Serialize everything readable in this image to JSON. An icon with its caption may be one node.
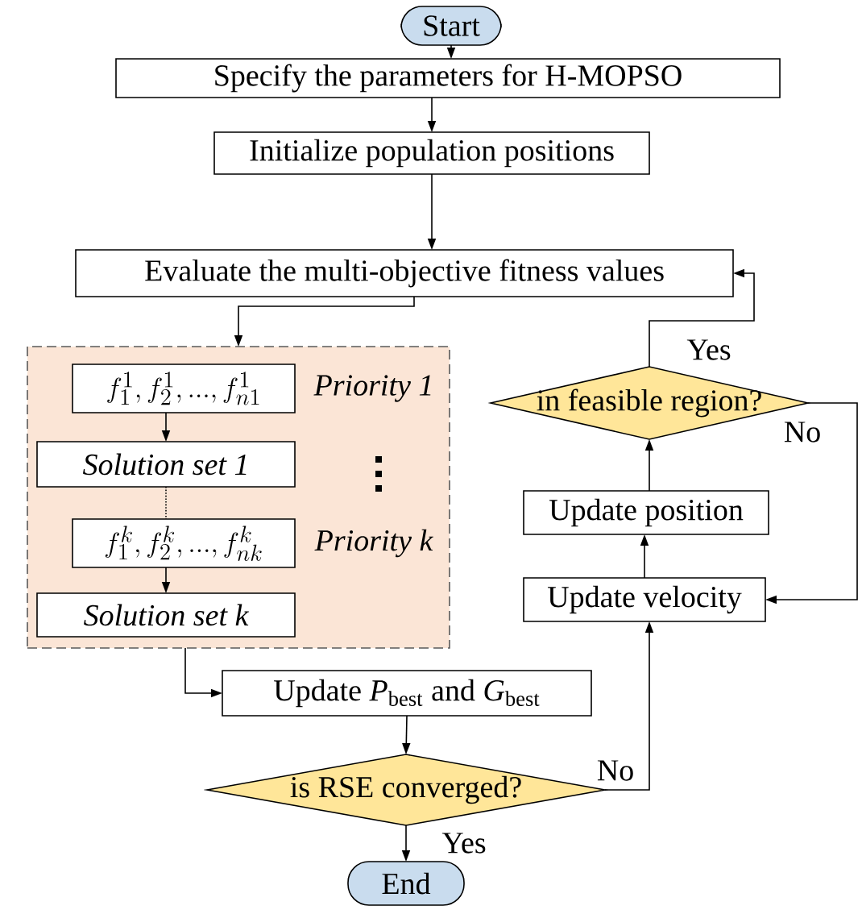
{
  "diagram": {
    "nodes": [
      {
        "text": [
          "Start"
        ]
      },
      {
        "text": [
          "Specify the parameters for H-MOPSO"
        ]
      },
      {
        "text": [
          "Initialize population positions"
        ]
      },
      {
        "text": [
          "Evaluate the multi-objective fitness values"
        ]
      },
      {
        "text": [],
        "shape": "box"
      },
      {
        "text": [
          "f_1^1,f_2^1,...,f_{n1}^1"
        ],
        "beside": [
          "Priority 1"
        ],
        "in": 4
      },
      {
        "text": [
          "Solution set 1"
        ],
        "in": 4
      },
      {
        "text": [
          "f_1^k,f_2^k,...,f_{nk}^k"
        ],
        "beside": [
          "Priority k"
        ],
        "in": 4
      },
      {
        "text": [
          "Solution set k"
        ],
        "in": 4
      },
      {
        "text": [
          "Update *P*$_{best}$ and *G*$_{best}$"
        ]
      },
      {
        "text": [
          "is RSE converged?"
        ]
      },
      {
        "text": [
          "End"
        ]
      },
      {
        "text": [
          "Update velocity"
        ]
      },
      {
        "text": [
          "Update position"
        ]
      },
      {
        "text": [
          "in feasible region?"
        ]
      }
    ],
    "edges": [
      {
        "from": 0,
        "to": 1,
        "arrow": "to"
      },
      {
        "from": 1,
        "to": 2,
        "arrow": "to"
      },
      {
        "from": 2,
        "to": 3,
        "arrow": "to"
      },
      {
        "from": 3,
        "to": 4,
        "arrow": "to"
      },
      {
        "from": 5,
        "to": 6,
        "arrow": "to"
      },
      {
        "from": 6,
        "to": 7,
        "arrow": "none",
        "style": "dashed"
      },
      {
        "from": 7,
        "to": 8,
        "arrow": "to"
      },
      {
        "from": 4,
        "to": 9,
        "arrow": "to"
      },
      {
        "from": 9,
        "to": 10,
        "arrow": "to"
      },
      {
        "from": 10,
        "to": 11,
        "arrow": "to",
        "label": "Yes"
      },
      {
        "from": 10,
        "to": 12,
        "arrow": "to",
        "label": "No"
      },
      {
        "from": 12,
        "to": 13,
        "arrow": "to"
      },
      {
        "from": 13,
        "to": 14,
        "arrow": "to"
      },
      {
        "from": 14,
        "to": 3,
        "arrow": "to",
        "label": "Yes"
      },
      {
        "from": 14,
        "to": 12,
        "arrow": "to",
        "label": "No"
      }
    ]
  }
}
